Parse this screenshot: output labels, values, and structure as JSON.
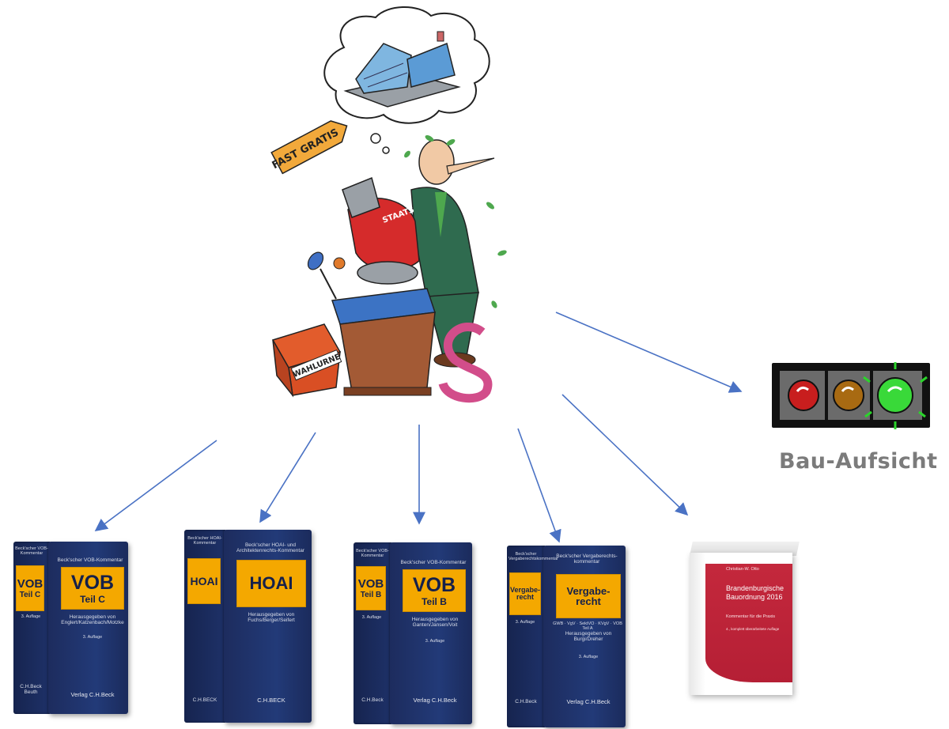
{
  "cartoon": {
    "price_tag": "FAST GRATIS",
    "can_label": "STAATS",
    "box_label": "WAHLURNE"
  },
  "traffic_light": {
    "caption": "Bau-Aufsicht",
    "lights": [
      "red",
      "amber",
      "green"
    ],
    "active": "green"
  },
  "books": [
    {
      "id": "vob-c",
      "spine_top": "Beck'scher VOB-Kommentar",
      "series": "Beck'scher VOB-Kommentar",
      "label_main": "VOB",
      "label_sub": "Teil C",
      "spine_label_main": "VOB",
      "spine_label_sub": "Teil C",
      "editors": "Herausgegeben von Englert/Katzenbach/Motzke",
      "edition": "3. Auflage",
      "spine_edition": "3. Auflage",
      "publisher": "Verlag C.H.Beck",
      "spine_publisher": "C.H.Beck Beuth"
    },
    {
      "id": "hoai",
      "spine_top": "Beck'scher HOAI-Kommentar",
      "series": "Beck'scher HOAI- und Architektenrechts-Kommentar",
      "label_main": "HOAI",
      "spine_label_main": "HOAI",
      "editors": "Herausgegeben von Fuchs/Berger/Seifert",
      "publisher": "C.H.BECK",
      "spine_publisher": "C.H.BECK"
    },
    {
      "id": "vob-b",
      "spine_top": "Beck'scher VOB-Kommentar",
      "series": "Beck'scher VOB-Kommentar",
      "label_main": "VOB",
      "label_sub": "Teil B",
      "spine_label_main": "VOB",
      "spine_label_sub": "Teil B",
      "editors": "Herausgegeben von Ganten/Jansen/Voit",
      "edition": "3. Auflage",
      "spine_edition": "3. Auflage",
      "publisher": "Verlag C.H.Beck",
      "spine_publisher": "C.H.Beck"
    },
    {
      "id": "vergaberecht",
      "spine_top": "Beck'scher Vergaberechtskommentar",
      "series": "Beck'scher Vergaberechts-kommentar",
      "label_main": "Vergabe-recht",
      "spine_label_main": "Vergabe-recht",
      "subtitle": "GWB · VgV · SektVO · KVgV · VOB Teil A",
      "editors": "Herausgegeben von Burgi/Dreher",
      "edition": "3. Auflage",
      "spine_edition": "3. Auflage",
      "publisher": "Verlag C.H.Beck",
      "spine_publisher": "C.H.Beck"
    },
    {
      "id": "brandenburg",
      "author": "Christian-W. Otto",
      "title": "Brandenburgische Bauordnung 2016",
      "subtitle": "Kommentar für die Praxis",
      "edition": "4., komplett überarbeitete Auflage"
    }
  ],
  "colors": {
    "arrow": "#4a72c4",
    "book_blue": "#1f3370",
    "label_orange": "#f4a800",
    "red_book": "#c4283c",
    "caption_gray": "#7b7b7b"
  }
}
